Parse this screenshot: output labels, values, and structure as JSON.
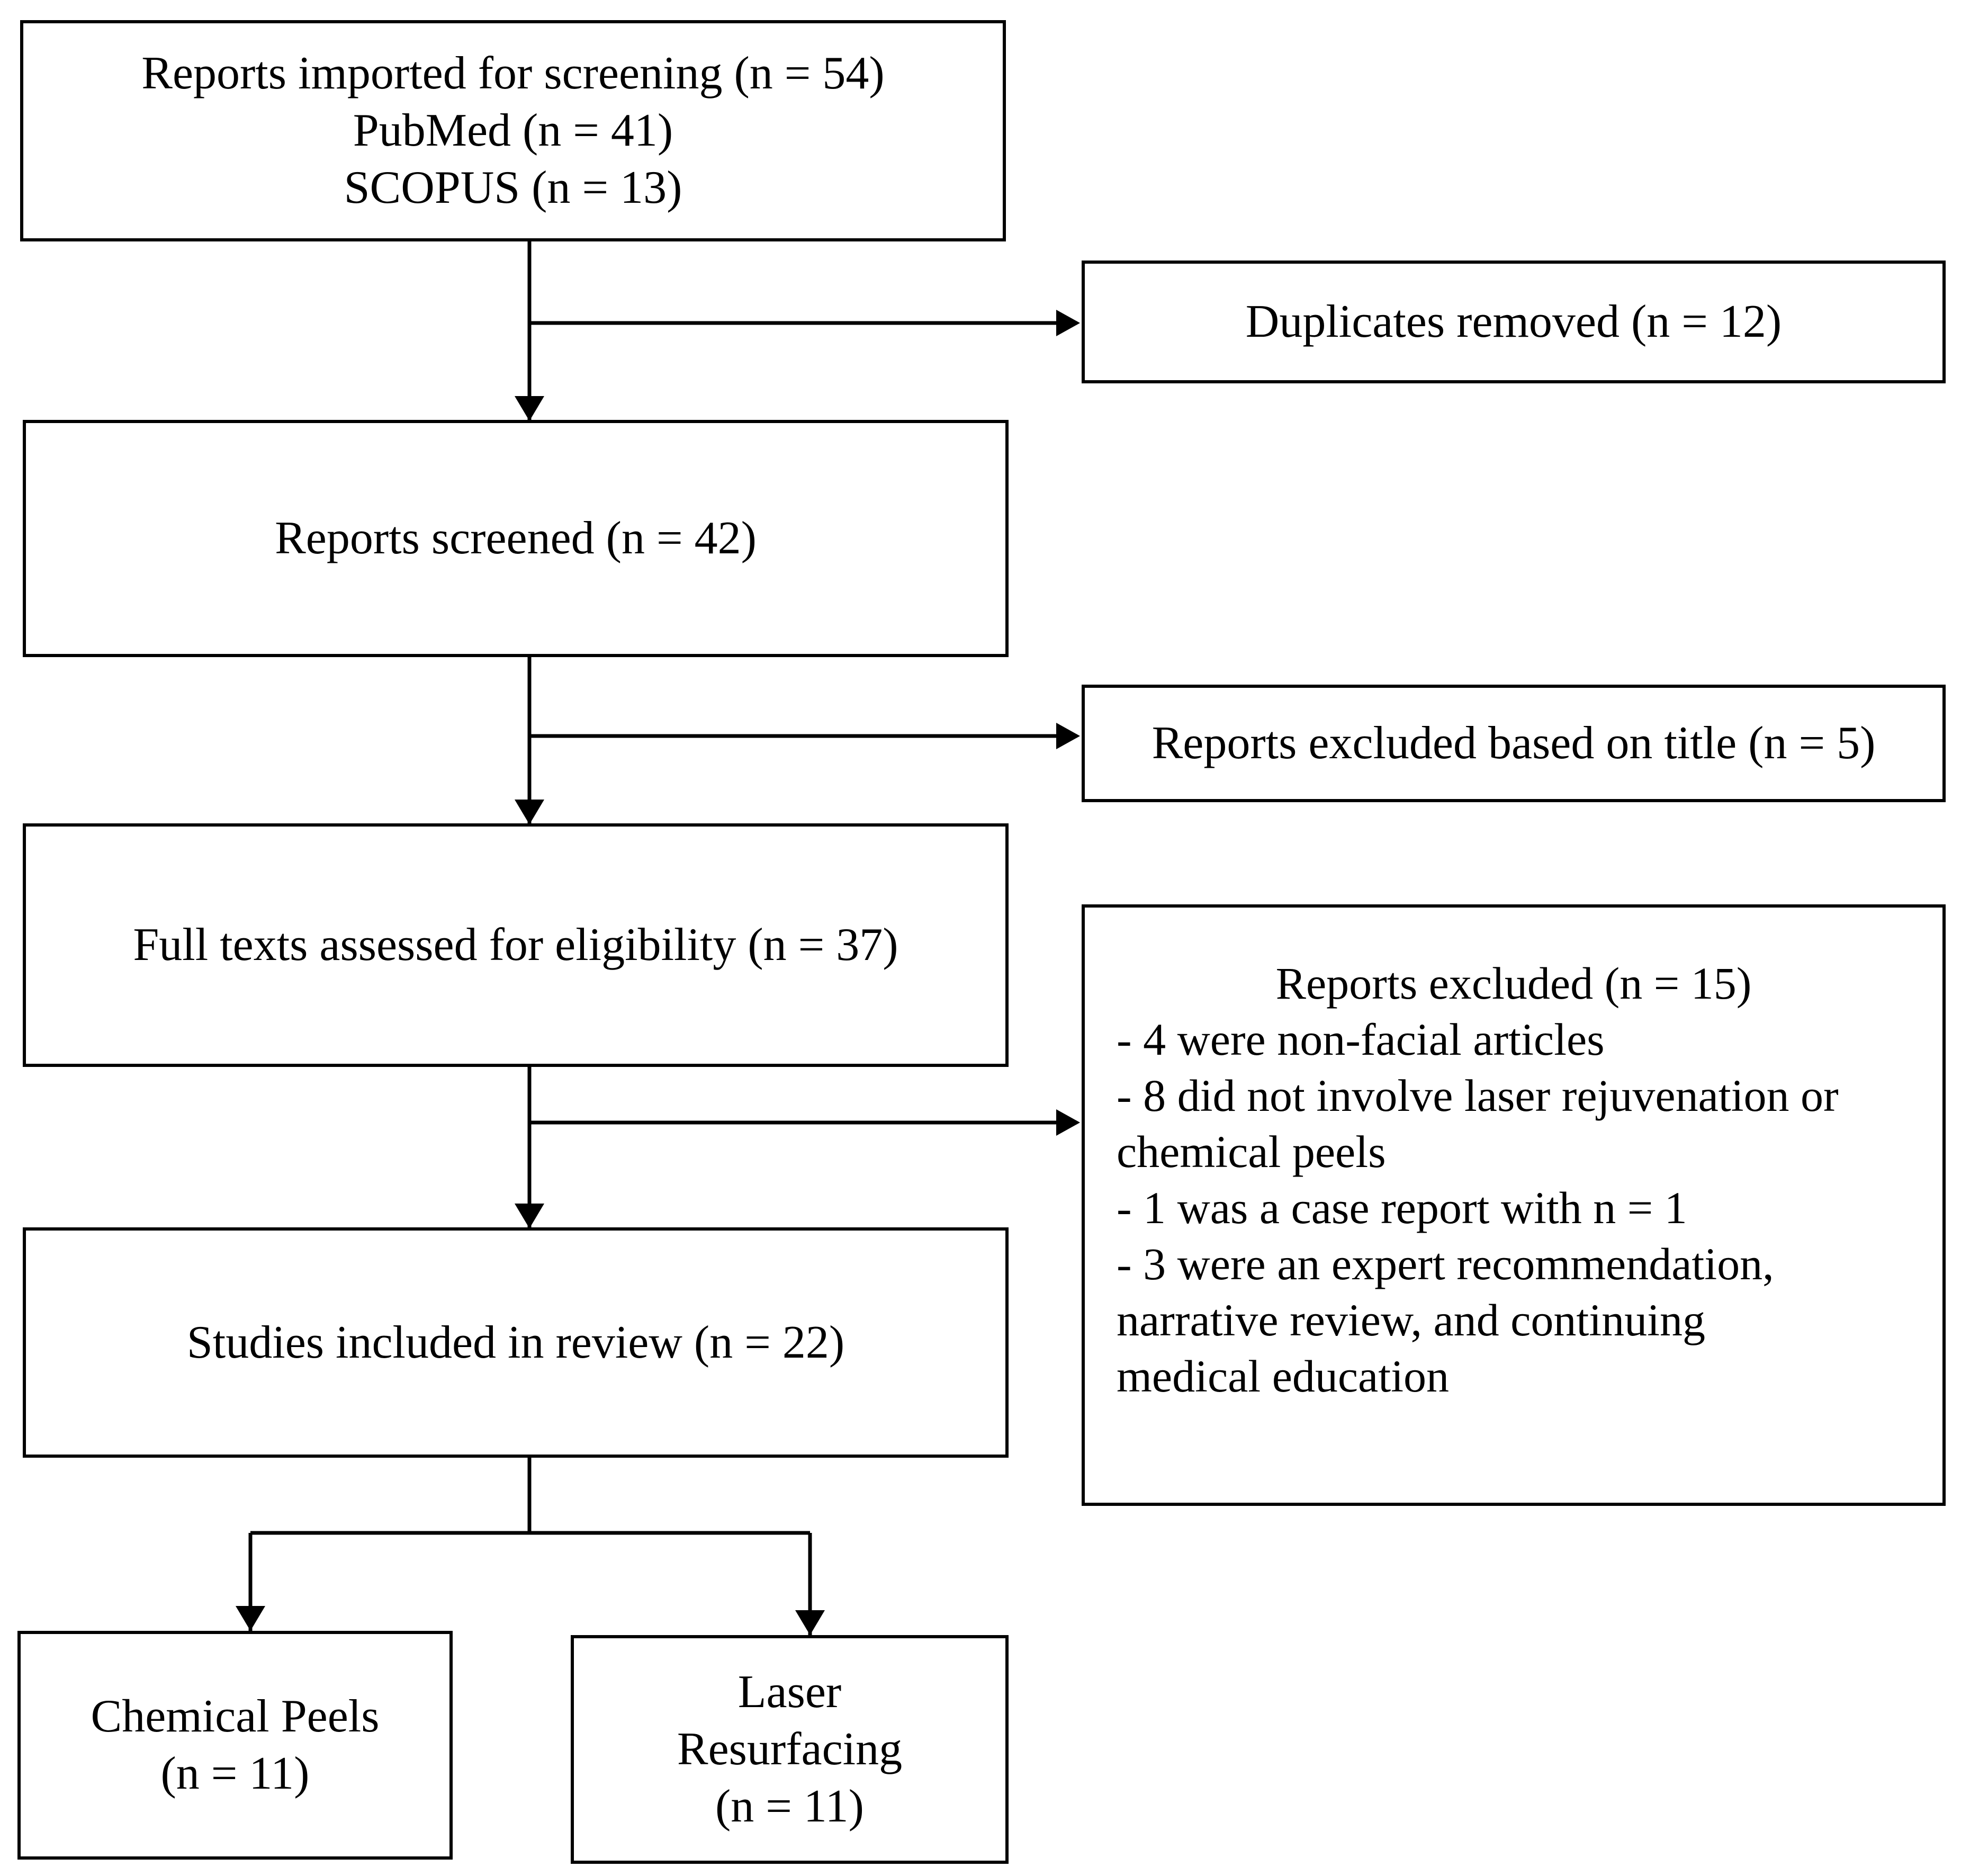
{
  "boxes": {
    "imported": {
      "lines": [
        "Reports imported for screening (n = 54)",
        "PubMed (n = 41)",
        "SCOPUS (n = 13)"
      ]
    },
    "duplicates": {
      "text": "Duplicates removed (n = 12)"
    },
    "screened": {
      "text": "Reports screened (n = 42)"
    },
    "excluded_title": {
      "text": "Reports excluded based on title (n = 5)"
    },
    "full_texts": {
      "text": "Full texts assessed for eligibility (n = 37)"
    },
    "excluded_reports": {
      "title": "Reports excluded (n = 15)",
      "lines": [
        "- 4 were non-facial articles",
        "- 8 did not involve laser rejuvenation or",
        "chemical peels",
        "- 1 was a case report with n = 1",
        "- 3 were an expert recommendation,",
        "narrative review, and continuing",
        "medical education"
      ]
    },
    "included": {
      "text": "Studies included in review (n = 22)"
    },
    "chemical_peels": {
      "lines": [
        "Chemical Peels",
        "(n = 11)"
      ]
    },
    "laser_resurfacing": {
      "lines": [
        "Laser",
        "Resurfacing",
        "(n = 11)"
      ]
    }
  },
  "colors": {
    "stroke": "#000000",
    "background": "#ffffff"
  }
}
